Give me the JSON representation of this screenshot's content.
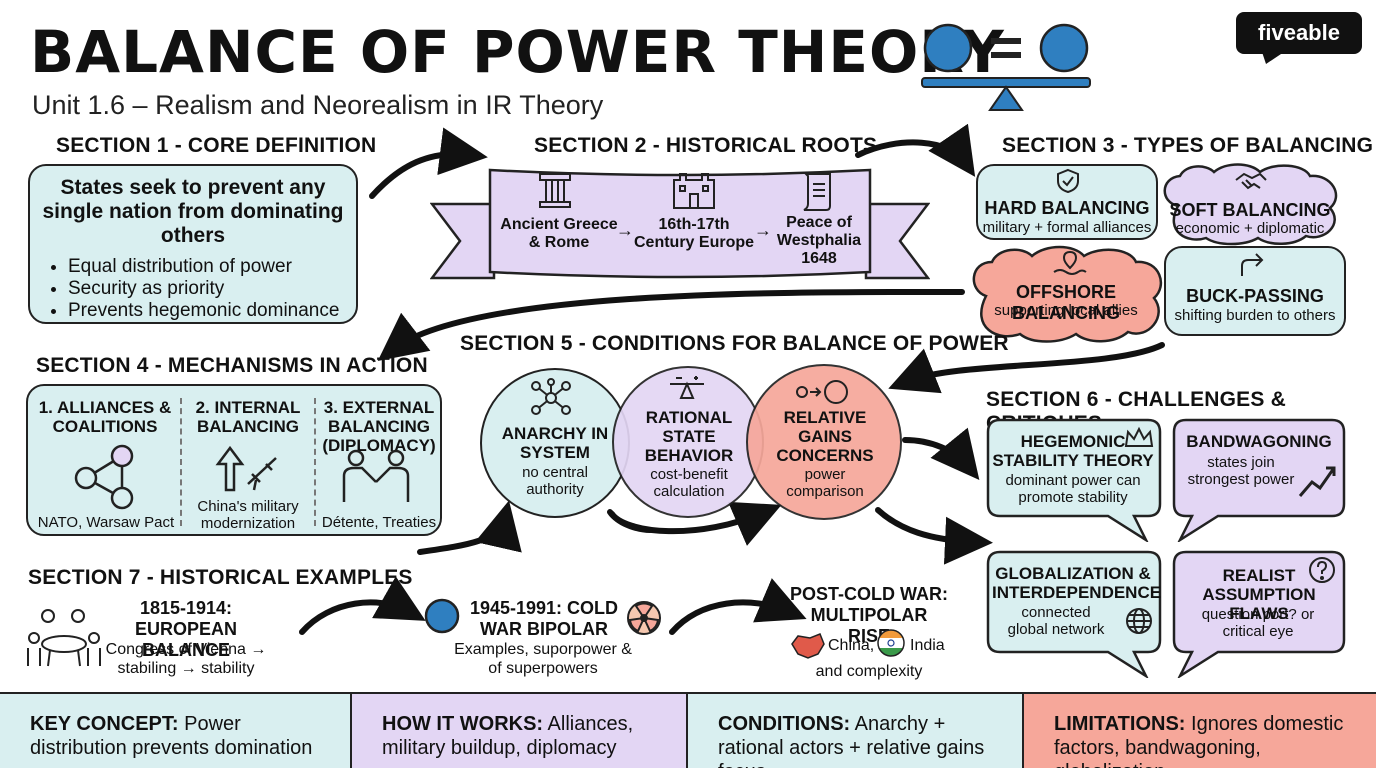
{
  "header": {
    "title": "BALANCE OF POWER THEORY",
    "subtitle": "Unit 1.6 – Realism and Neorealism in IR Theory",
    "brand": "fiveable"
  },
  "section1": {
    "heading": "SECTION 1 - CORE DEFINITION",
    "lead": "States seek to prevent any single nation from dominating others",
    "bullets": [
      "Equal distribution of power",
      "Security as priority",
      "Prevents hegemonic dominance"
    ]
  },
  "section2": {
    "heading": "SECTION 2 - HISTORICAL ROOTS",
    "stages": [
      "Ancient Greece & Rome",
      "16th-17th Century Europe",
      "Peace of Westphalia 1648"
    ],
    "arrow": "→"
  },
  "section3": {
    "heading": "SECTION 3 - TYPES OF BALANCING",
    "items": [
      {
        "title": "HARD BALANCING",
        "sub": "military + formal alliances"
      },
      {
        "title": "SOFT BALANCING",
        "sub": "economic + diplomatic"
      },
      {
        "title": "OFFSHORE BALANCING",
        "sub": "supporting local allies"
      },
      {
        "title": "BUCK-PASSING",
        "sub": "shifting burden to others"
      }
    ]
  },
  "section4": {
    "heading": "SECTION 4 - MECHANISMS IN ACTION",
    "columns": [
      {
        "title": "1. ALLIANCES & COALITIONS",
        "example": "NATO, Warsaw Pact"
      },
      {
        "title": "2. INTERNAL BALANCING",
        "example": "China's military modernization"
      },
      {
        "title": "3. EXTERNAL BALANCING (DIPLOMACY)",
        "example": "Détente, Treaties"
      }
    ]
  },
  "section5": {
    "heading": "SECTION 5 - CONDITIONS FOR BALANCE OF POWER",
    "circles": [
      {
        "title": "ANARCHY IN SYSTEM",
        "sub": "no central authority"
      },
      {
        "title": "RATIONAL STATE BEHAVIOR",
        "sub": "cost-benefit calculation"
      },
      {
        "title": "RELATIVE GAINS CONCERNS",
        "sub": "power comparison"
      }
    ]
  },
  "section6": {
    "heading": "SECTION 6 - CHALLENGES & CRITIQUES",
    "items": [
      {
        "title": "HEGEMONIC STABILITY THEORY",
        "sub": "dominant power can promote stability"
      },
      {
        "title": "BANDWAGONING",
        "sub": "states join strongest power"
      },
      {
        "title": "GLOBALIZATION & INTERDEPENDENCE",
        "sub": "connected global network"
      },
      {
        "title": "REALIST ASSUMPTION FLAWS",
        "sub": "question port? or critical eye"
      }
    ]
  },
  "section7": {
    "heading": "SECTION 7 - HISTORICAL EXAMPLES",
    "examples": [
      {
        "title": "1815-1914: EUROPEAN BALANCE",
        "sub": "Congress of Vienna → stabiling → stability"
      },
      {
        "title": "1945-1991: COLD WAR BIPOLAR",
        "sub": "Examples, suporpower & of superpowers"
      },
      {
        "title": "POST-COLD WAR: MULTIPOLAR RISE",
        "china": "China,",
        "india": "India",
        "tail": "and complexity"
      }
    ]
  },
  "footer": [
    {
      "key": "KEY CONCEPT:",
      "text": " Power distribution prevents domination",
      "color": "#d9eff0"
    },
    {
      "key": "HOW IT WORKS:",
      "text": " Alliances, military buildup, diplomacy",
      "color": "#e3d6f4"
    },
    {
      "key": "CONDITIONS:",
      "text": " Anarchy + rational actors + relative gains focus",
      "color": "#d9eff0"
    },
    {
      "key": "LIMITATIONS:",
      "text": " Ignores domestic factors, bandwagoning, globalization",
      "color": "#f6a79a"
    }
  ],
  "colors": {
    "teal": "#d9eff0",
    "purple": "#e3d6f4",
    "salmon": "#f6a79a",
    "blue": "#2f7fc0"
  }
}
